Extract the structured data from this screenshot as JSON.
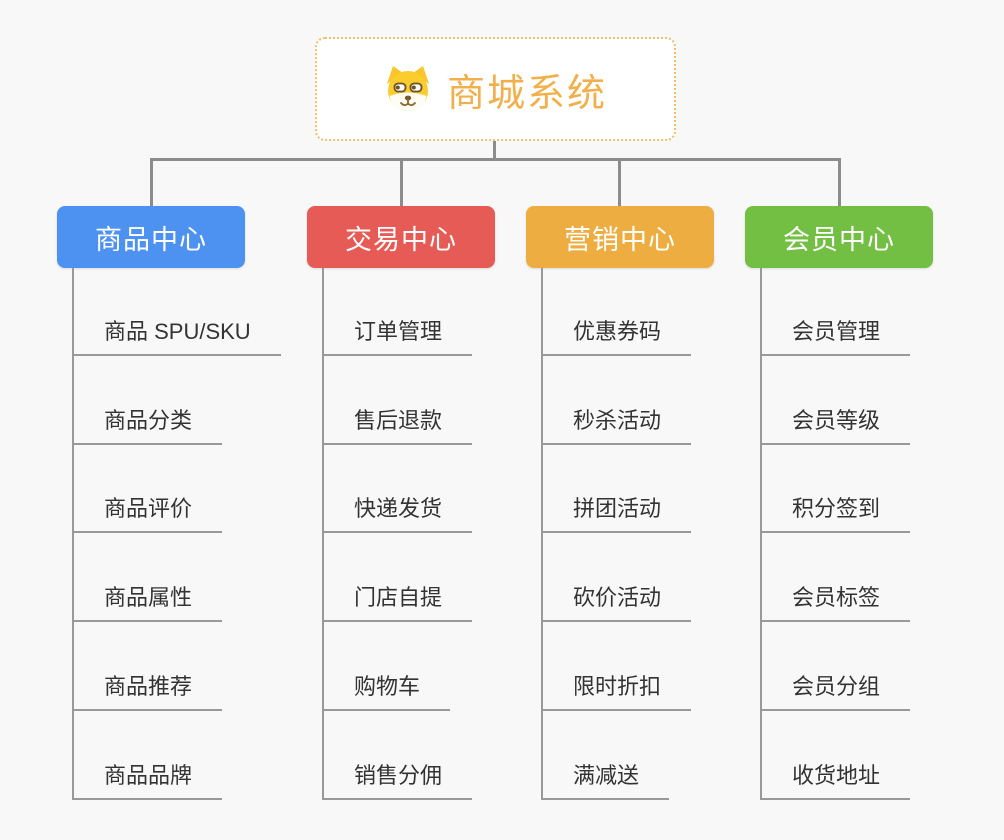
{
  "root": {
    "label": "商城系统",
    "icon": "dog-icon",
    "accent_color": "#F2B04C",
    "border_color": "#F4BD6C"
  },
  "branches": [
    {
      "label": "商品中心",
      "color": "#4D92F0",
      "items": [
        "商品 SPU/SKU",
        "商品分类",
        "商品评价",
        "商品属性",
        "商品推荐",
        "商品品牌"
      ]
    },
    {
      "label": "交易中心",
      "color": "#E65B55",
      "items": [
        "订单管理",
        "售后退款",
        "快递发货",
        "门店自提",
        "购物车",
        "销售分佣"
      ]
    },
    {
      "label": "营销中心",
      "color": "#EEAD40",
      "items": [
        "优惠券码",
        "秒杀活动",
        "拼团活动",
        "砍价活动",
        "限时折扣",
        "满减送"
      ]
    },
    {
      "label": "会员中心",
      "color": "#73BF43",
      "items": [
        "会员管理",
        "会员等级",
        "积分签到",
        "会员标签",
        "会员分组",
        "收货地址"
      ]
    }
  ],
  "connector_color": "#8C8C8C",
  "canvas_background": "#F8F8F8"
}
